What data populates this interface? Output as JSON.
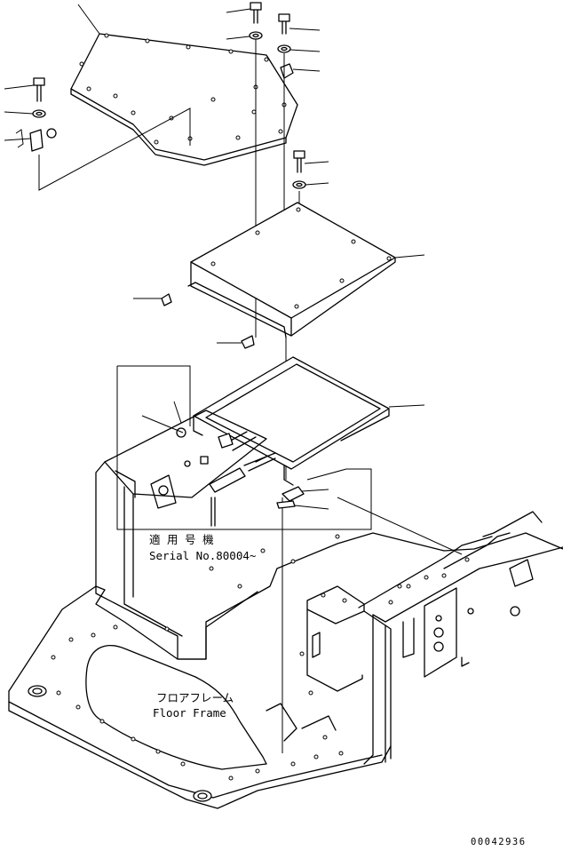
{
  "labels": {
    "serial_jp": "適 用 号 機",
    "serial_en": "Serial No.80004~",
    "floor_jp": "フロアフレーム",
    "floor_en": "Floor Frame",
    "drawing_number": "00042936"
  }
}
